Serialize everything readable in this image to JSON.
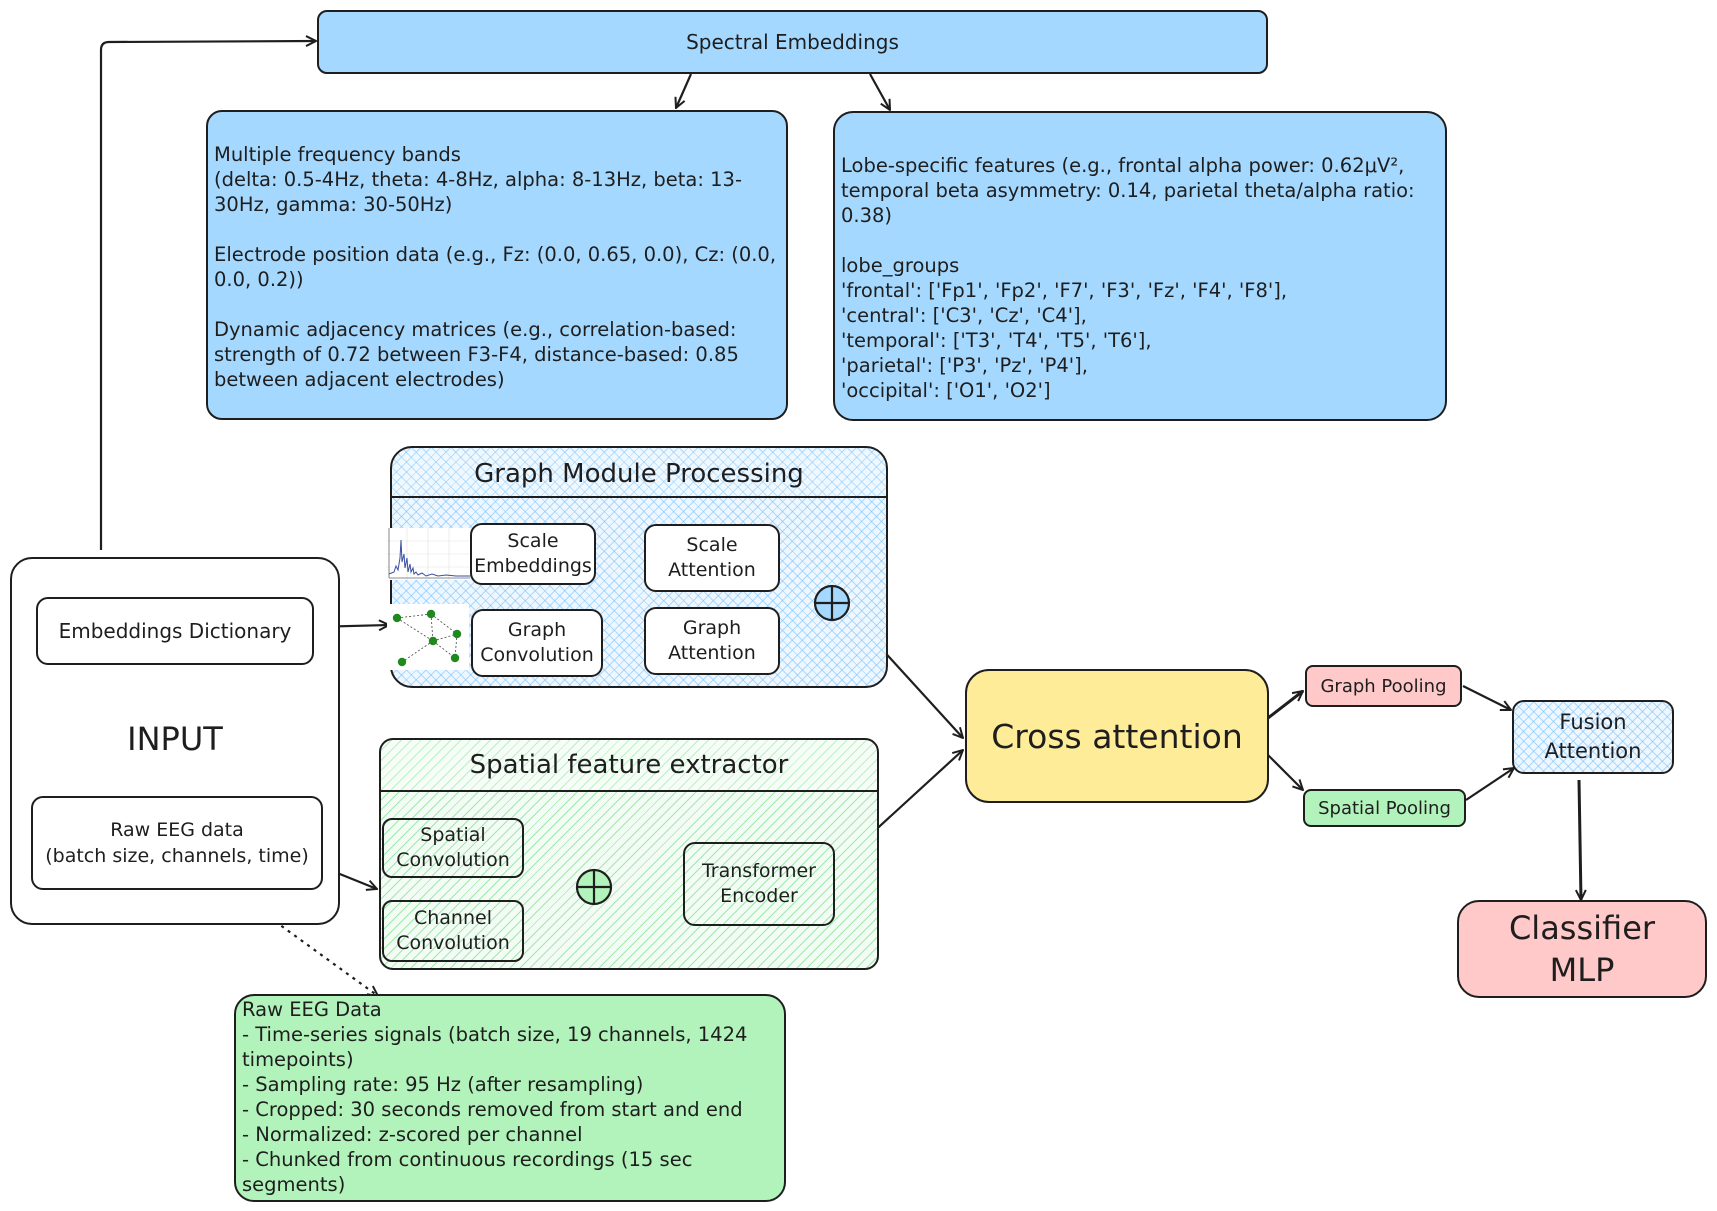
{
  "spectral": {
    "title": "Spectral Embeddings",
    "left_note": "Multiple frequency bands\n(delta: 0.5-4Hz, theta: 4-8Hz, alpha: 8-13Hz, beta: 13-30Hz, gamma: 30-50Hz)\n\nElectrode position data (e.g., Fz: (0.0, 0.65, 0.0), Cz: (0.0, 0.0, 0.2))\n\nDynamic adjacency matrices (e.g., correlation-based: strength of 0.72 between F3-F4, distance-based: 0.85 between adjacent electrodes)",
    "right_note": "Lobe-specific features (e.g., frontal alpha power: 0.62μV², temporal beta asymmetry: 0.14, parietal theta/alpha ratio: 0.38)\n\nlobe_groups\n     'frontal': ['Fp1', 'Fp2', 'F7', 'F3', 'Fz', 'F4', 'F8'],\n     'central': ['C3', 'Cz', 'C4'],\n     'temporal': ['T3', 'T4', 'T5', 'T6'],\n     'parietal': ['P3', 'Pz', 'P4'],\n     'occipital': ['O1', 'O2']"
  },
  "graph_module": {
    "title": "Graph Module Processing",
    "scale_embeddings": "Scale\nEmbeddings",
    "scale_attention": "Scale\nAttention",
    "graph_convolution": "Graph\nConvolution",
    "graph_attention": "Graph\nAttention"
  },
  "input": {
    "label": "INPUT",
    "embeddings_dictionary": "Embeddings Dictionary",
    "raw_eeg": "Raw EEG data\n(batch size, channels, time)"
  },
  "spatial": {
    "title": "Spatial feature extractor",
    "spatial_convolution": "Spatial\nConvolution",
    "channel_convolution": "Channel\nConvolution",
    "transformer_encoder": "Transformer\nEncoder"
  },
  "cross_attention": "Cross attention",
  "graph_pooling": "Graph Pooling",
  "spatial_pooling": "Spatial Pooling",
  "fusion_attention": "Fusion\nAttention",
  "classifier": "Classifier\nMLP",
  "raw_note": "Raw EEG Data\n- Time-series signals (batch size, 19 channels, 1424 timepoints)\n- Sampling rate: 95 Hz (after resampling)\n- Cropped: 30 seconds removed from start and end\n- Normalized: z-scored per channel\n- Chunked from continuous recordings (15 sec segments)",
  "colors": {
    "blue": "#a5d8ff",
    "green": "#b2f2bb",
    "pink": "#ffc9c9",
    "yellow": "#ffec99",
    "stroke": "#1e1e1e"
  }
}
